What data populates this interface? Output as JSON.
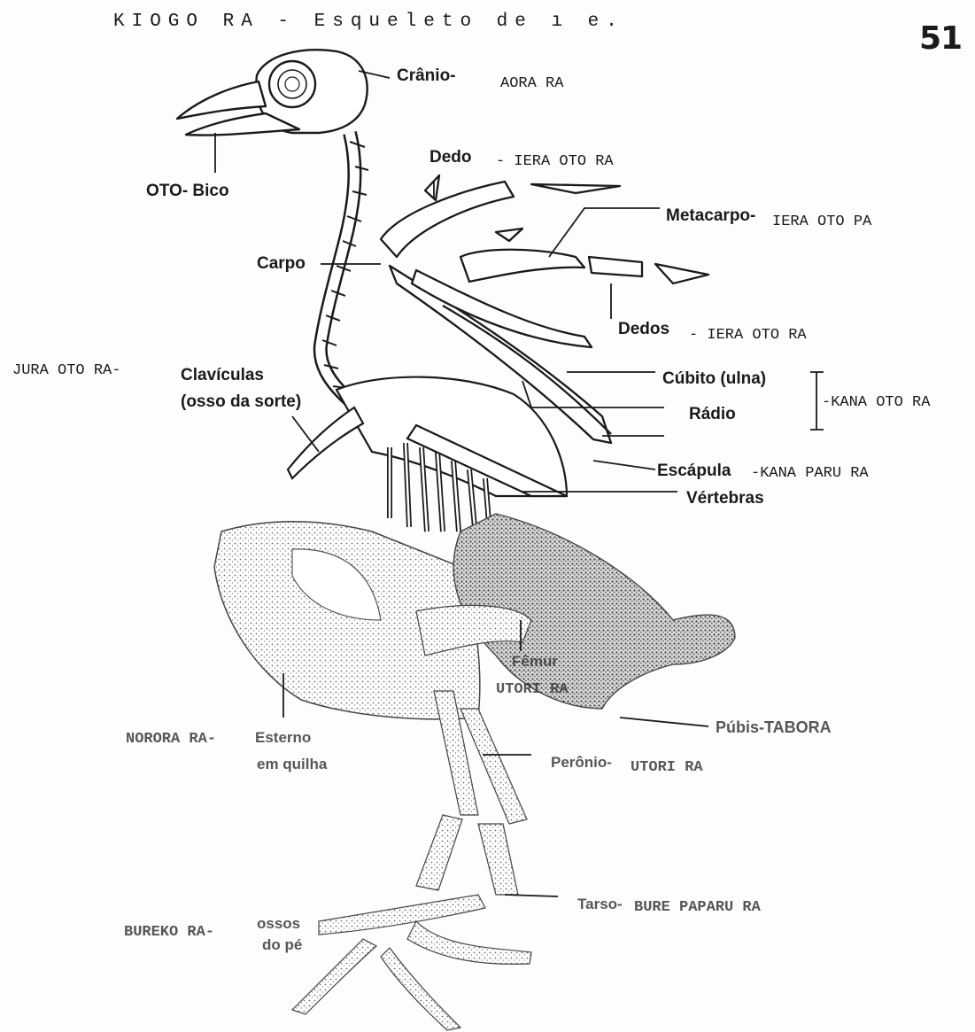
{
  "header": {
    "title": "KIOGO RA - Esqueleto de ı    e.",
    "page_number": "51"
  },
  "labels": {
    "cranio": "Crânio-",
    "cranio_tr": "AORA RA",
    "bico": "OTO- Bico",
    "dedo": "Dedo",
    "dedo_tr": "- IERA OTO RA",
    "metacarpo": "Metacarpo-",
    "metacarpo_tr": "IERA OTO PA",
    "carpo": "Carpo",
    "dedos": "Dedos",
    "dedos_tr": "- IERA OTO RA",
    "claviculas_tr": "JURA OTO RA-",
    "claviculas": "Clavículas",
    "claviculas_note": "(osso da sorte)",
    "cubito": "Cúbito (ulna)",
    "radio": "Rádio",
    "kana_oto": "-KANA OTO RA",
    "escapula": "Escápula",
    "escapula_tr": "-KANA PARU RA",
    "vertebras": "Vértebras",
    "femur": "Fêmur",
    "femur_tr": "UTORI RA",
    "pubis": "Púbis-TABORA",
    "esterno_tr": "NORORA RA-",
    "esterno": "Esterno",
    "esterno_note": "em quilha",
    "perónio": "Perônio-",
    "peronio_tr": "UTORI RA",
    "tarso": "Tarso-",
    "tarso_tr": "BURE PAPARU RA",
    "pe_tr": "BUREKO RA-",
    "pe": "ossos",
    "pe_note": "do pé"
  }
}
